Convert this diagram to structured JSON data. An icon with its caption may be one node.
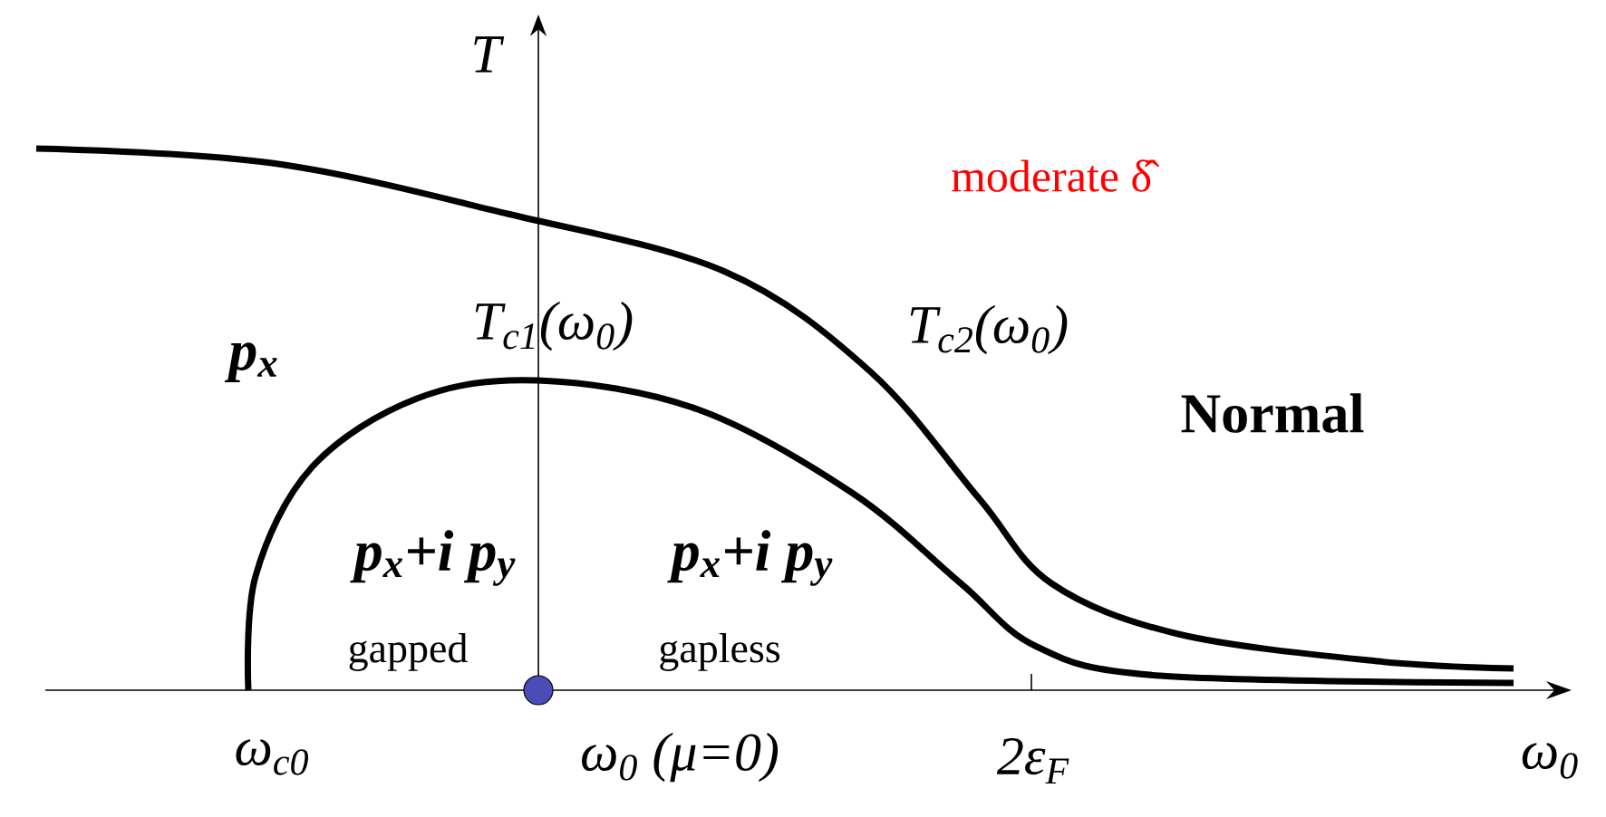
{
  "diagram": {
    "labels": [
      "T",
      "moderate δ̂",
      "T$_{c1}$(ω$_{0}$)",
      "T$_{c2}$(ω$_{0}$)",
      "p$_{x}$",
      "Normal",
      "p$_{x}$+i p$_{y}$",
      "p$_{x}$+i p$_{y}$",
      "gapped",
      "gapless",
      "ω$_{c0}$",
      "ω$_{0}$ (μ=0)",
      "2ε$_{F}$",
      "ω$_{0}$"
    ]
  }
}
